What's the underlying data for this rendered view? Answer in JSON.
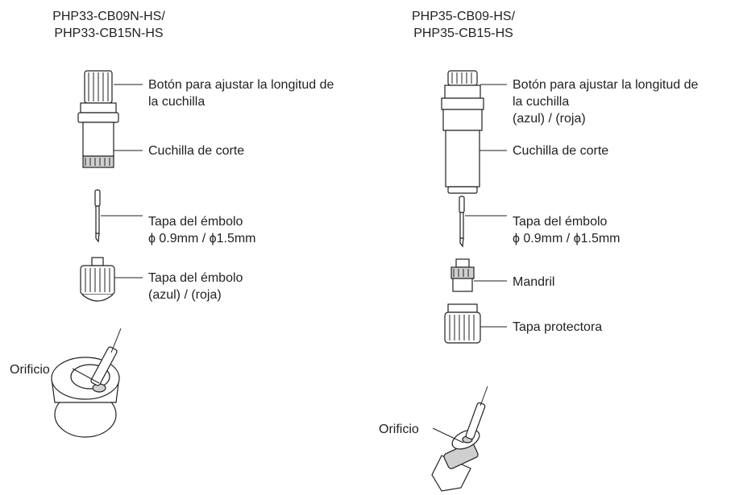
{
  "left": {
    "title1": "PHP33-CB09N-HS/",
    "title2": "PHP33-CB15N-HS",
    "knob1": "Botón para ajustar la longitud de",
    "knob2": "la cuchilla",
    "holder": "Cuchilla de corte",
    "blade1": "Tapa del émbolo",
    "blade2": "ϕ 0.9mm  / ϕ1.5mm",
    "cap1": "Tapa del émbolo",
    "cap2": "(azul) / (roja)",
    "hole": "Orificio"
  },
  "right": {
    "title1": "PHP35-CB09-HS/",
    "title2": "PHP35-CB15-HS",
    "knob1": "Botón para ajustar la longitud de",
    "knob2": "la cuchilla",
    "knob3": "(azul) / (roja)",
    "holder": "Cuchilla de corte",
    "blade1": "Tapa del émbolo",
    "blade2": "ϕ 0.9mm  / ϕ1.5mm",
    "chuck": "Mandril",
    "cap": "Tapa protectora",
    "hole": "Orificio"
  }
}
